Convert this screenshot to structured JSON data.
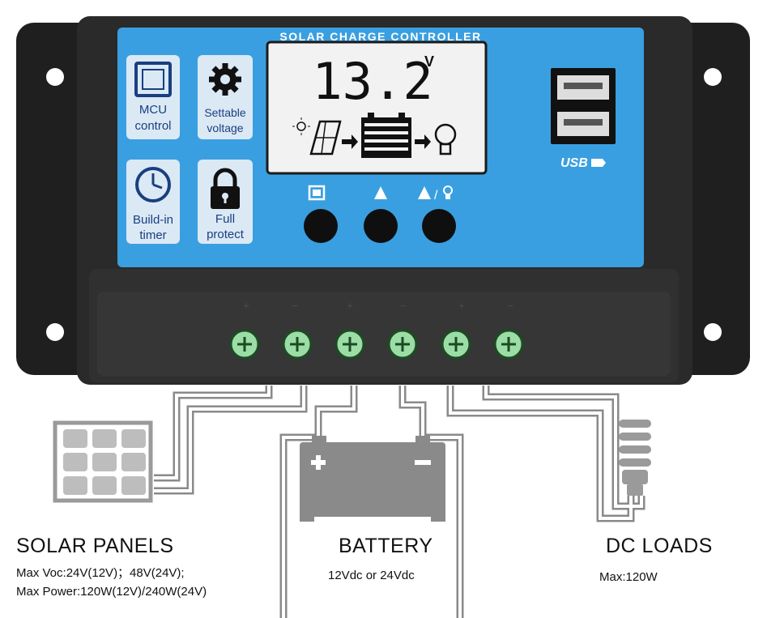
{
  "device": {
    "title": "SOLAR CHARGE CONTROLLER",
    "display": {
      "voltage": "13.2",
      "unit": "V"
    },
    "features": [
      {
        "line1": "MCU",
        "line2": "control",
        "icon": "chip-icon"
      },
      {
        "line1": "Settable",
        "line2": "voltage",
        "icon": "gear-icon"
      },
      {
        "line1": "Build-in",
        "line2": "timer",
        "icon": "clock-icon"
      },
      {
        "line1": "Full",
        "line2": "protect",
        "icon": "lock-icon"
      }
    ],
    "usb_label": "USB",
    "colors": {
      "panel": "#3a9fe0",
      "body": "#2a2a2a",
      "lcd": "#f2f2f2"
    }
  },
  "labels": {
    "solar": {
      "title": "SOLAR  PANELS",
      "line1": "Max  Voc:24V(12V)；48V(24V);",
      "line2": "Max  Power:120W(12V)/240W(24V)"
    },
    "battery": {
      "title": "BATTERY",
      "spec": "12Vdc  or  24Vdc"
    },
    "loads": {
      "title": "DC  LOADS",
      "spec": "Max:120W"
    }
  }
}
